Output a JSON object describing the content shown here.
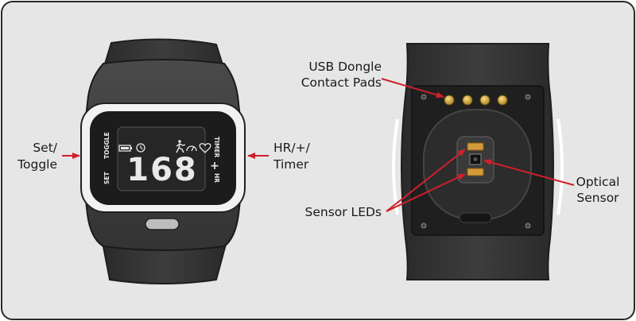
{
  "labels": {
    "set_toggle": [
      "Set/",
      "Toggle"
    ],
    "hr_timer": [
      "HR/+/",
      "Timer"
    ],
    "usb_pads": [
      "USB Dongle",
      "Contact Pads"
    ],
    "optical_sensor": [
      "Optical",
      "Sensor"
    ],
    "sensor_leds": "Sensor LEDs"
  },
  "display": {
    "heart_rate": "168",
    "left_button_top": "TOGGLE",
    "left_button_bottom": "SET",
    "right_button_top": "TIMER",
    "right_button_mid": "+",
    "right_button_bottom": "HR"
  },
  "colors": {
    "background": "#e6e6e6",
    "arrow": "#d0202a",
    "strap": "#3a3a3a",
    "bezel": "#f2f2f2"
  }
}
